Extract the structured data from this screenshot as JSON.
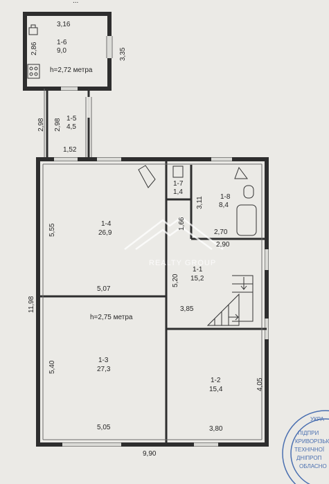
{
  "top_caption": "...",
  "rooms": [
    {
      "id": "1-6",
      "area": "9,0",
      "height": "h=2,72 метра"
    },
    {
      "id": "1-5",
      "area": "4,5"
    },
    {
      "id": "1-7",
      "area": "1,4"
    },
    {
      "id": "1-8",
      "area": "8,4"
    },
    {
      "id": "1-4",
      "area": "26,9"
    },
    {
      "id": "1-1",
      "area": "15,2"
    },
    {
      "id": "1-3",
      "area": "27,3",
      "height": "h=2,75 метра"
    },
    {
      "id": "1-2",
      "area": "15,4"
    }
  ],
  "dimensions": {
    "d316": "3,16",
    "d286": "2,86",
    "d335": "3,35",
    "d298a": "2,98",
    "d298b": "2,98",
    "d152": "1,52",
    "d311": "3,11",
    "d166": "1,66",
    "d270": "2,70",
    "d290": "2,90",
    "d555": "5,55",
    "d507": "5,07",
    "d520": "5,20",
    "d385": "3,85",
    "d1198": "11,98",
    "d540": "5,40",
    "d505": "5,05",
    "d405": "4,05",
    "d380": "3,80",
    "d990": "9,90"
  },
  "watermark": "REALTY GROUP",
  "stamp_lines": [
    "УКРА",
    "ПІДПРИ",
    "КРИВОРІЗЬК",
    "ТЕХНІЧНОЇ",
    "ДНІПРОП",
    "ОБЛАСНО"
  ]
}
